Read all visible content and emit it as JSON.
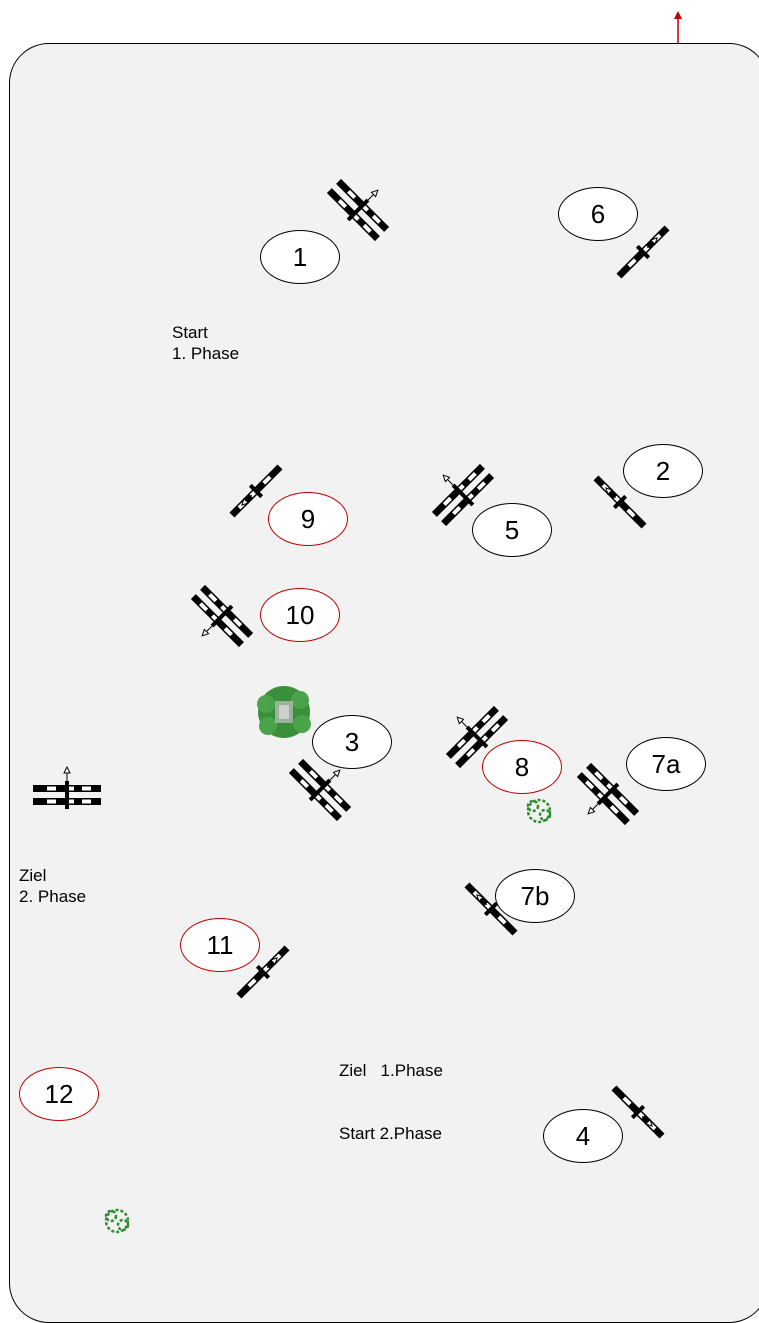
{
  "numbers": {
    "n1": "1",
    "n2": "2",
    "n3": "3",
    "n4": "4",
    "n5": "5",
    "n6": "6",
    "n7a": "7a",
    "n7b": "7b",
    "n8": "8",
    "n9": "9",
    "n10": "10",
    "n11": "11",
    "n12": "12"
  },
  "labels": {
    "start_line1": "Start",
    "start_line2": "1. Phase",
    "ziel2_line1": "Ziel",
    "ziel2_line2": "2. Phase",
    "ziel1_line1": "Ziel   1.Phase",
    "ziel1_line2": "Start 2.Phase"
  },
  "colors": {
    "arena_fill": "#f2f2f2",
    "red_outline": "#c00000",
    "marker_arrow": "#c00000",
    "bush_green": "#3a8f3a"
  },
  "icons": [
    "north-arrow-icon",
    "jump-obstacle-icon",
    "bush-icon",
    "tree-icon"
  ]
}
